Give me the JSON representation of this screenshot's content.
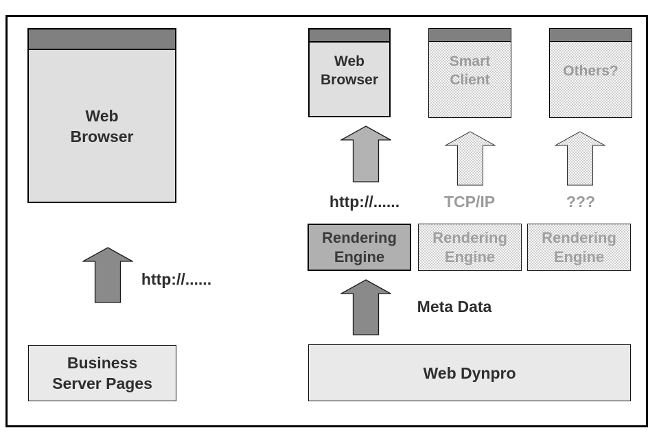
{
  "left": {
    "browser_title": "Web\nBrowser",
    "http_label": "http://......",
    "bsp_label": "Business\nServer Pages"
  },
  "right": {
    "clients": [
      {
        "label": "Web\nBrowser"
      },
      {
        "label": "Smart\nClient"
      },
      {
        "label": "Others?"
      }
    ],
    "protocols": [
      {
        "label": "http://......"
      },
      {
        "label": "TCP/IP"
      },
      {
        "label": "???"
      }
    ],
    "engines": [
      {
        "label": "Rendering\nEngine"
      },
      {
        "label": "Rendering\nEngine"
      },
      {
        "label": "Rendering\nEngine"
      }
    ],
    "meta_label": "Meta Data",
    "web_dynpro_label": "Web Dynpro"
  },
  "icons": {
    "arrows": "up-arrow-icon"
  },
  "colors": {
    "titlebar": "#808080",
    "window_body": "#dfdfdf",
    "solid_engine_fill": "#b0b0b0",
    "panel_fill": "#e9e9e9",
    "arrow_dark": "#8a8a8a",
    "arrow_light": "#b3b3b3",
    "checker_dot": "#cdcdcd",
    "dark_text": "#2e2e2e",
    "gray_text": "#9b9b9b",
    "frame_border": "#000000"
  }
}
